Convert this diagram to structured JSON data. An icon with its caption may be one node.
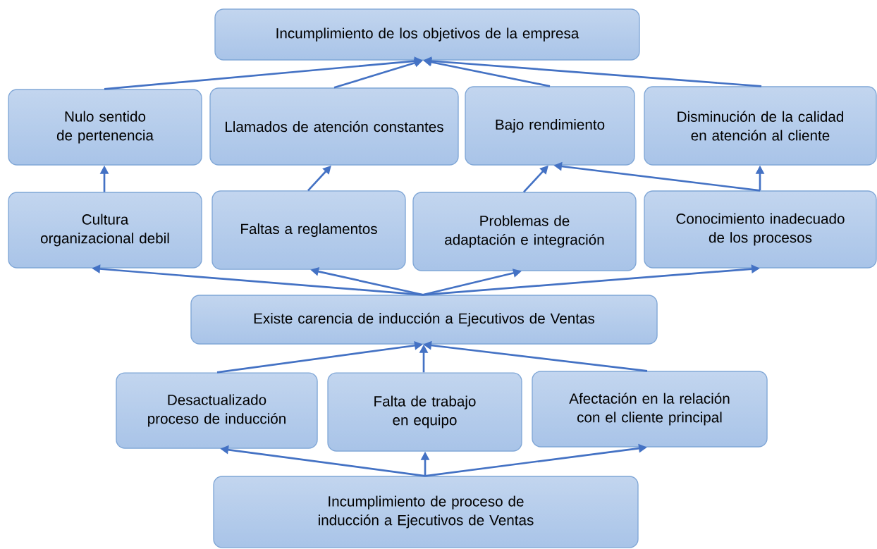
{
  "diagram": {
    "nodes": [
      {
        "text": [
          "Incumplimiento de los objetivos de la empresa"
        ]
      },
      {
        "text": [
          "Nulo sentido de pertenencia"
        ]
      },
      {
        "text": [
          "Llamados de atención constantes"
        ]
      },
      {
        "text": [
          "Bajo rendimiento"
        ]
      },
      {
        "text": [
          "Disminución de la calidad en atención al cliente"
        ]
      },
      {
        "text": [
          "Cultura organizacional debil"
        ]
      },
      {
        "text": [
          "Faltas a reglamentos"
        ]
      },
      {
        "text": [
          "Problemas de adaptación e integración"
        ]
      },
      {
        "text": [
          "Conocimiento inadecuado de los procesos"
        ]
      },
      {
        "text": [
          "Existe carencia de inducción a Ejecutivos de Ventas"
        ]
      },
      {
        "text": [
          "Desactualizado proceso de inducción"
        ]
      },
      {
        "text": [
          "Falta de trabajo en equipo"
        ]
      },
      {
        "text": [
          "Afectación en la relación con el cliente principal"
        ]
      },
      {
        "text": [
          "Incumplimiento de proceso de inducción a Ejecutivos de Ventas"
        ]
      }
    ],
    "edges": [
      {
        "from": 1,
        "to": 0,
        "arrow": "to"
      },
      {
        "from": 2,
        "to": 0,
        "arrow": "to"
      },
      {
        "from": 3,
        "to": 0,
        "arrow": "to"
      },
      {
        "from": 4,
        "to": 0,
        "arrow": "to"
      },
      {
        "from": 5,
        "to": 1,
        "arrow": "to"
      },
      {
        "from": 6,
        "to": 2,
        "arrow": "to"
      },
      {
        "from": 7,
        "to": 3,
        "arrow": "to"
      },
      {
        "from": 8,
        "to": 3,
        "arrow": "to"
      },
      {
        "from": 8,
        "to": 4,
        "arrow": "to"
      },
      {
        "from": 9,
        "to": 5,
        "arrow": "to"
      },
      {
        "from": 9,
        "to": 6,
        "arrow": "to"
      },
      {
        "from": 9,
        "to": 7,
        "arrow": "to"
      },
      {
        "from": 9,
        "to": 8,
        "arrow": "to"
      },
      {
        "from": 10,
        "to": 9,
        "arrow": "to"
      },
      {
        "from": 11,
        "to": 9,
        "arrow": "to"
      },
      {
        "from": 12,
        "to": 9,
        "arrow": "to"
      },
      {
        "from": 13,
        "to": 10,
        "arrow": "to"
      },
      {
        "from": 13,
        "to": 11,
        "arrow": "to"
      },
      {
        "from": 13,
        "to": 12,
        "arrow": "to"
      }
    ]
  }
}
